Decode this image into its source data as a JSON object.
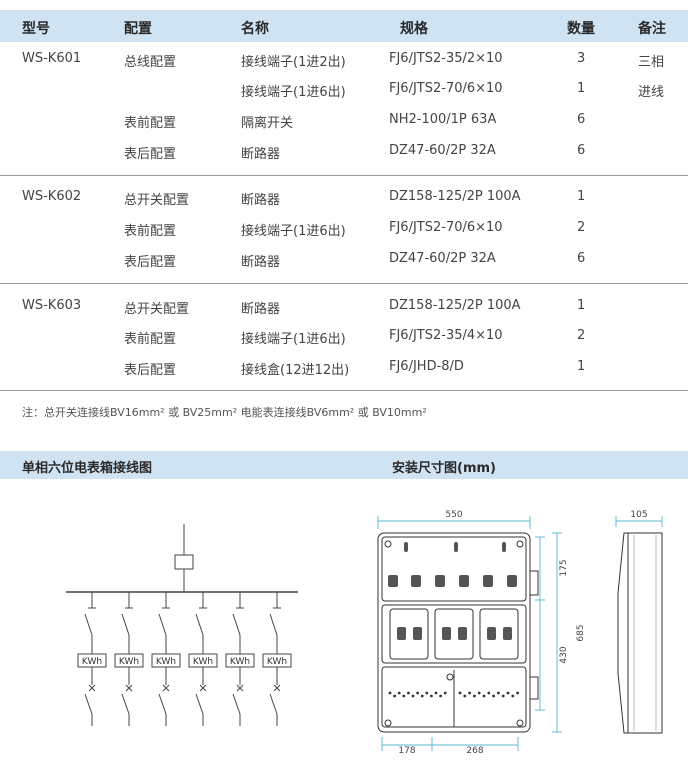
{
  "table": {
    "headers": {
      "model": "型号",
      "config": "配置",
      "name": "名称",
      "spec": "规格",
      "qty": "数量",
      "remark": "备注"
    },
    "groups": [
      {
        "model": "WS-K601",
        "remark": [
          "三相",
          "进线"
        ],
        "rows": [
          {
            "config": "总线配置",
            "name": "接线端子(1进2出)",
            "spec": "FJ6/JTS2-35/2×10",
            "qty": "3"
          },
          {
            "config": "",
            "name": "接线端子(1进6出)",
            "spec": "FJ6/JTS2-70/6×10",
            "qty": "1"
          },
          {
            "config": "表前配置",
            "name": "隔离开关",
            "spec": "NH2-100/1P 63A",
            "qty": "6"
          },
          {
            "config": "表后配置",
            "name": "断路器",
            "spec": "DZ47-60/2P 32A",
            "qty": "6"
          }
        ]
      },
      {
        "model": "WS-K602",
        "rows": [
          {
            "config": "总开关配置",
            "name": "断路器",
            "spec": "DZ158-125/2P 100A",
            "qty": "1"
          },
          {
            "config": "表前配置",
            "name": "接线端子(1进6出)",
            "spec": "FJ6/JTS2-70/6×10",
            "qty": "2"
          },
          {
            "config": "表后配置",
            "name": "断路器",
            "spec": "DZ47-60/2P 32A",
            "qty": "6"
          }
        ]
      },
      {
        "model": "WS-K603",
        "rows": [
          {
            "config": "总开关配置",
            "name": "断路器",
            "spec": "DZ158-125/2P 100A",
            "qty": "1"
          },
          {
            "config": "表前配置",
            "name": "接线端子(1进6出)",
            "spec": "FJ6/JTS2-35/4×10",
            "qty": "2"
          },
          {
            "config": "表后配置",
            "name": "接线盒(12进12出)",
            "spec": "FJ6/JHD-8/D",
            "qty": "1"
          }
        ]
      }
    ]
  },
  "note": "注：总开关连接线BV16mm² 或 BV25mm² 电能表连接线BV6mm² 或 BV10mm²",
  "sections": {
    "wiring_title": "单相六位电表箱接线图",
    "dimensions_title": "安装尺寸图(mm)"
  },
  "wiring_diagram": {
    "meter_label": "KWh",
    "meter_count": 6
  },
  "dimension_drawing": {
    "width": "550",
    "height": "685",
    "upper": "175",
    "lower": "430",
    "depth": "105",
    "bottom_left": "178",
    "bottom_right": "268"
  },
  "colors": {
    "header_bg": "#cfe3f3",
    "divider": "#9a9a9a",
    "dimension_line": "#5ab4d6"
  }
}
